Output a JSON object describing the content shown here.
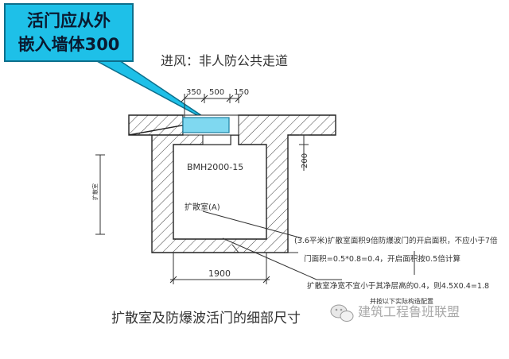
{
  "callout": {
    "line1": "活门应从外",
    "line2": "嵌入墙体300"
  },
  "labels": {
    "top_note": "进风：非人防公共走道",
    "model": "BMH2000-15",
    "room": "扩散室(A)",
    "note1": "(3.6平米)扩散室面积9倍防爆波门的开启面积，不应小于7倍",
    "note2": "门面积=0.5*0.8=0.4，开启面积按0.5倍计算",
    "note3": "扩散室净宽不宜小于其净层高的0.4，则4.5X0.4=1.8",
    "note4": "并按以下实际构造配置",
    "caption": "扩散室及防爆波活门的细部尺寸",
    "watermark": "建筑工程鲁班联盟"
  },
  "dimensions": {
    "d350": "350",
    "d500": "500",
    "d150": "150",
    "d200": "200",
    "d1900": "1900",
    "left_dim": "扩散室"
  },
  "colors": {
    "callout_fill": "#1ec0e8",
    "valve_fill": "#7fd8f0",
    "line": "#222222"
  }
}
